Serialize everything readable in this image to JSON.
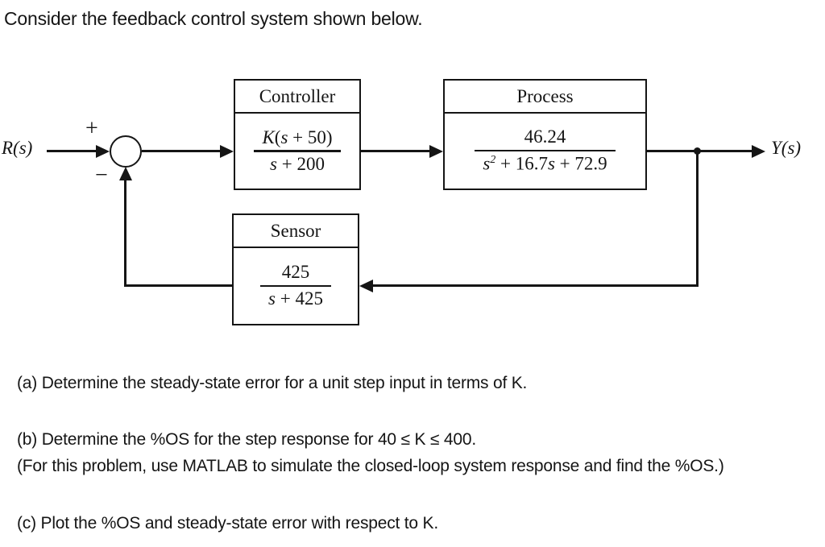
{
  "page": {
    "title": "Consider the feedback control system shown below.",
    "ink_color": "#151515",
    "background_color": "#ffffff"
  },
  "diagram": {
    "input_label": "R(s)",
    "output_label": "Y(s)",
    "summing_junction": {
      "plus": "+",
      "minus": "−"
    },
    "controller": {
      "title": "Controller",
      "num_k": "K",
      "num_paren": "(",
      "num_s": "s",
      "num_tail": " + 50)",
      "den_s": "s",
      "den_tail": " + 200"
    },
    "process": {
      "title": "Process",
      "num": "46.24",
      "den_s1": "s",
      "den_exp": "2",
      "den_mid": " + 16.7",
      "den_s2": "s",
      "den_tail": " + 72.9"
    },
    "sensor": {
      "title": "Sensor",
      "num": "425",
      "den_s": "s",
      "den_tail": " + 425"
    }
  },
  "questions": {
    "a": "(a) Determine the steady-state error for a unit step input in terms of K.",
    "b": "(b) Determine the %OS for the step response for 40 ≤ K ≤ 400.",
    "b_note": "(For this problem, use MATLAB to simulate the closed-loop system response and find the %OS.)",
    "c": "(c) Plot the %OS and steady-state error with respect to K."
  }
}
